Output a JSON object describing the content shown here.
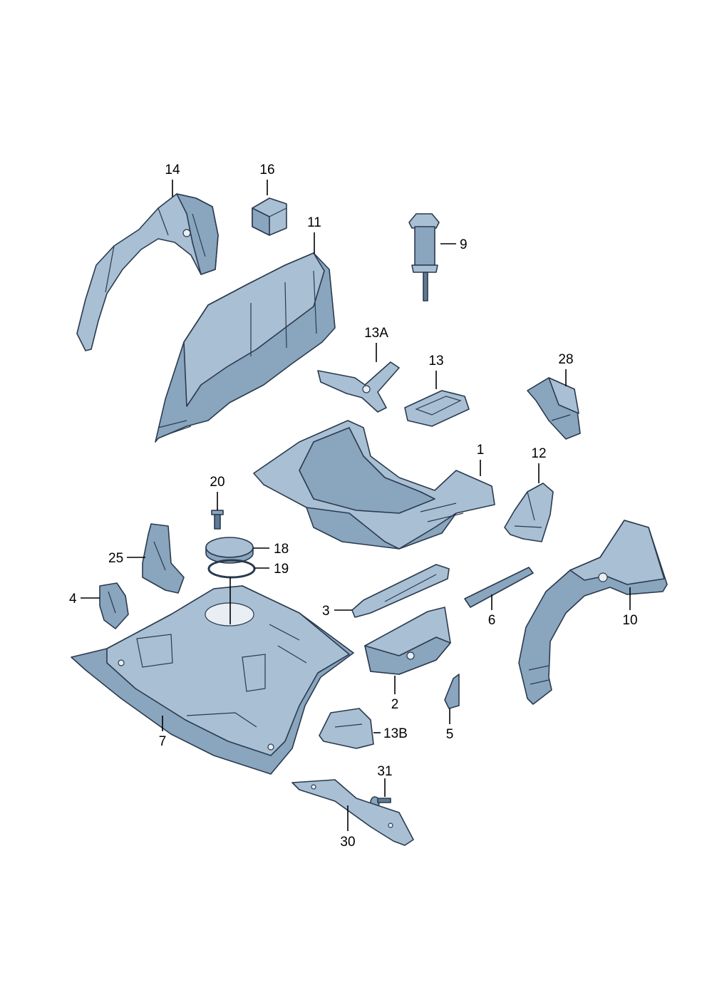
{
  "callouts": {
    "c14": "14",
    "c16": "16",
    "c11": "11",
    "c9": "9",
    "c13A": "13A",
    "c13": "13",
    "c28": "28",
    "c1": "1",
    "c12": "12",
    "c20": "20",
    "c25": "25",
    "c18": "18",
    "c19": "19",
    "c4": "4",
    "c3": "3",
    "c6": "6",
    "c10": "10",
    "c2": "2",
    "c7": "7",
    "c13B": "13B",
    "c5": "5",
    "c31": "31",
    "c30": "30"
  },
  "colors": {
    "part_light": "#a9bfd3",
    "part_mid": "#8aa5be",
    "part_dark": "#5f7a94",
    "outline": "#2a3a4e"
  }
}
